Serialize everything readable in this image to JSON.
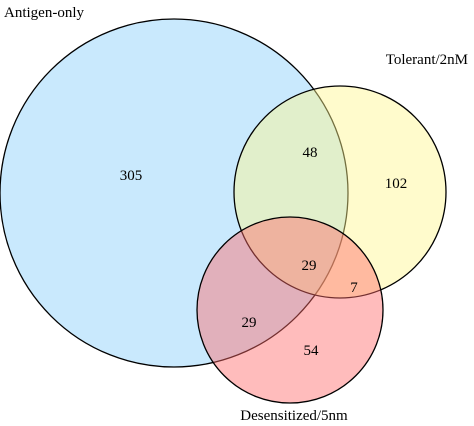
{
  "diagram": {
    "type": "venn-3",
    "sets": [
      {
        "name": "Antigen-only",
        "color": "#87CEFA"
      },
      {
        "name": "Tolerant/2nM",
        "color": "#FFF68F"
      },
      {
        "name": "Desensitized/5nm",
        "color": "#FF6A6A"
      }
    ],
    "regions": {
      "antigen_only": "305",
      "tolerant_only": "102",
      "desensitized_only": "54",
      "antigen_tolerant": "48",
      "tolerant_desensitized": "7",
      "antigen_desensitized": "29",
      "all_three": "29"
    }
  }
}
